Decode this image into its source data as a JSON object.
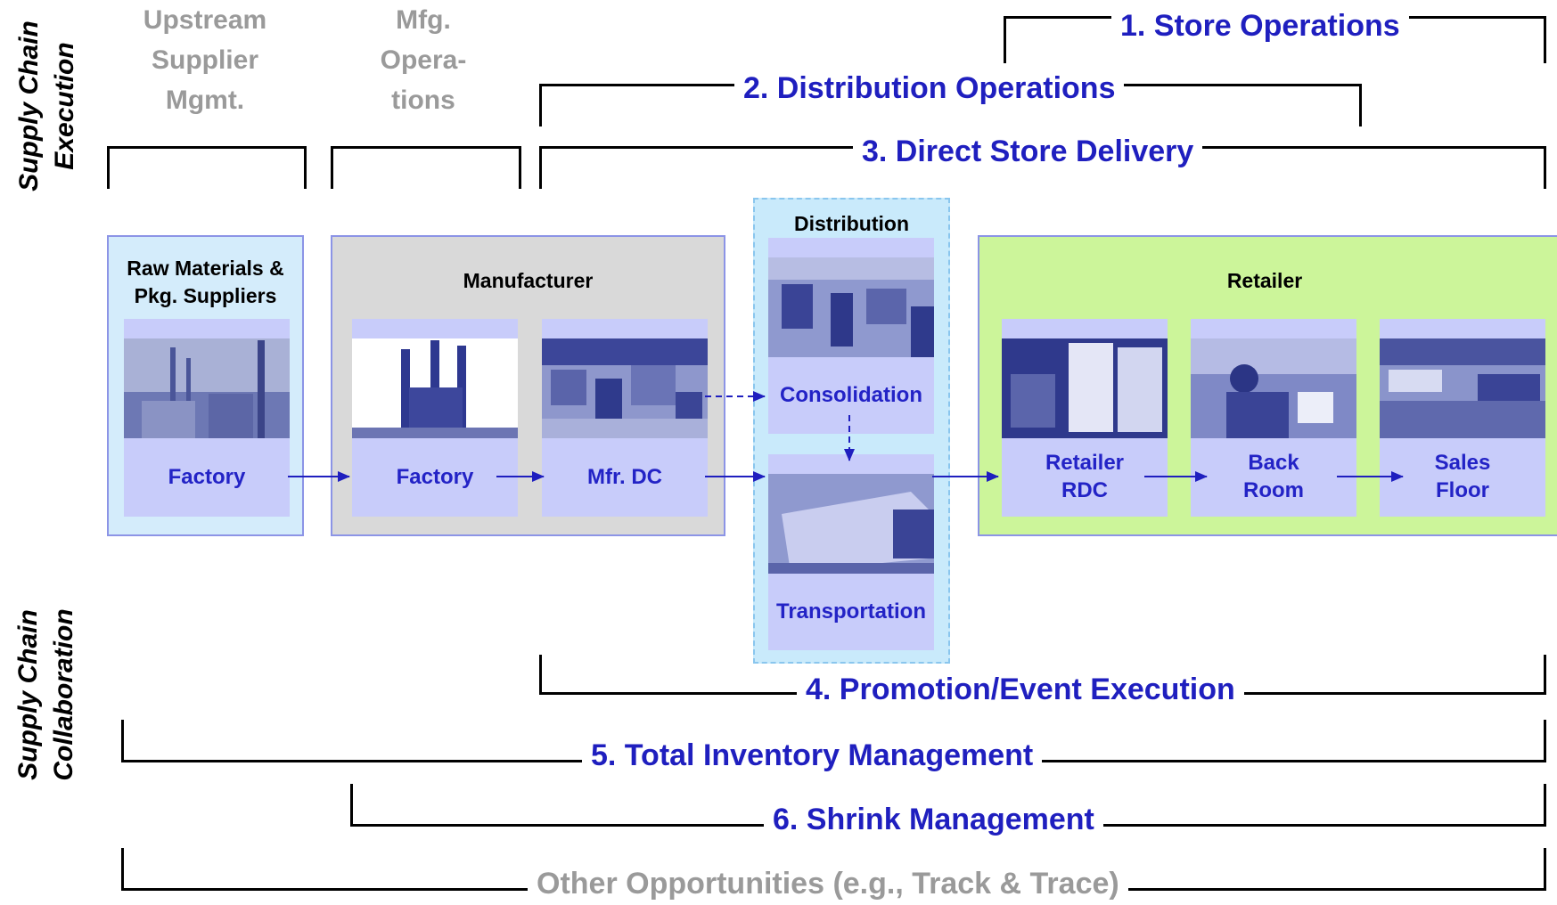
{
  "side_labels": {
    "execution": [
      "Supply Chain",
      "Execution"
    ],
    "collaboration": [
      "Supply Chain",
      "Collaboration"
    ]
  },
  "headers": {
    "upstream": [
      "Upstream",
      "Supplier",
      "Mgmt."
    ],
    "mfg": [
      "Mfg.",
      "Opera-",
      "tions"
    ]
  },
  "brackets": {
    "store_ops": "1. Store Operations",
    "distribution_ops": "2. Distribution Operations",
    "dsd": "3. Direct Store Delivery",
    "promotion": "4. Promotion/Event Execution",
    "inventory": "5. Total Inventory Management",
    "shrink": "6. Shrink Management",
    "other": "Other Opportunities (e.g., Track & Trace)"
  },
  "boxes": {
    "raw": {
      "title": [
        "Raw Materials &",
        "Pkg. Suppliers"
      ],
      "factory": "Factory"
    },
    "manufacturer": {
      "title": "Manufacturer",
      "factory": "Factory",
      "dc": "Mfr. DC"
    },
    "distribution": {
      "title": "Distribution",
      "consolidation": "Consolidation",
      "transportation": "Transportation"
    },
    "retailer": {
      "title": "Retailer",
      "rdc": [
        "Retailer",
        "RDC"
      ],
      "backroom": [
        "Back",
        "Room"
      ],
      "salesfloor": [
        "Sales",
        "Floor"
      ]
    }
  },
  "colors": {
    "accent_blue": "#1f1fbf",
    "gray_text": "#9a9a9a",
    "panel": "#c8ccfa",
    "raw_bg": "#d4ecfb",
    "manufacturer_bg": "#d9d9d9",
    "distribution_bg": "#c9eafb",
    "retailer_bg": "#ccf59a",
    "box_border": "#8c94e6"
  },
  "icons": [
    "factory-photo",
    "smokestack-photo",
    "warehouse-photo",
    "truck-photo",
    "boxes-photo",
    "stocking-photo",
    "store-aisle-photo",
    "arrow-right-icon",
    "dashed-arrow-icon"
  ]
}
